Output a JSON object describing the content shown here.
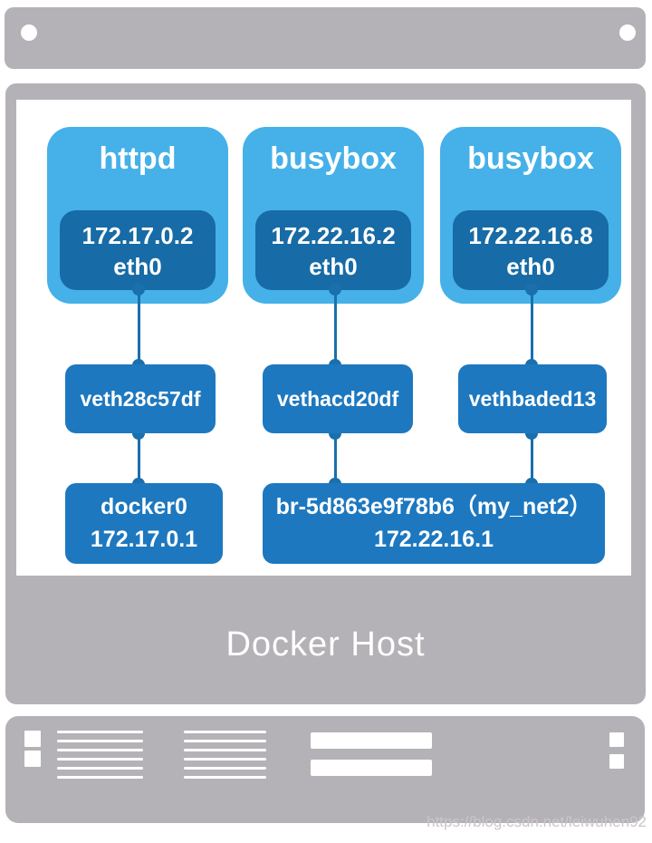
{
  "host": {
    "label": "Docker Host"
  },
  "watermark": "https://blog.csdn.net/leiwuhen92",
  "containers": [
    {
      "name": "httpd",
      "ip": "172.17.0.2",
      "iface": "eth0"
    },
    {
      "name": "busybox",
      "ip": "172.22.16.2",
      "iface": "eth0"
    },
    {
      "name": "busybox",
      "ip": "172.22.16.8",
      "iface": "eth0"
    }
  ],
  "veth_interfaces": [
    "veth28c57df",
    "vethacd20df",
    "vethbaded13"
  ],
  "bridges": [
    {
      "name": "docker0",
      "ip": "172.17.0.1"
    },
    {
      "name": "br-5d863e9f78b6（my_net2）",
      "ip": "172.22.16.1"
    }
  ],
  "colors": {
    "chassis_gray": "#b5b2b7",
    "container_blue": "#45b1e8",
    "endpoint_dark_blue": "#176ba6",
    "bridge_blue": "#1d78bf",
    "connector_blue": "#1a6fad",
    "panel_white": "#ffffff"
  }
}
